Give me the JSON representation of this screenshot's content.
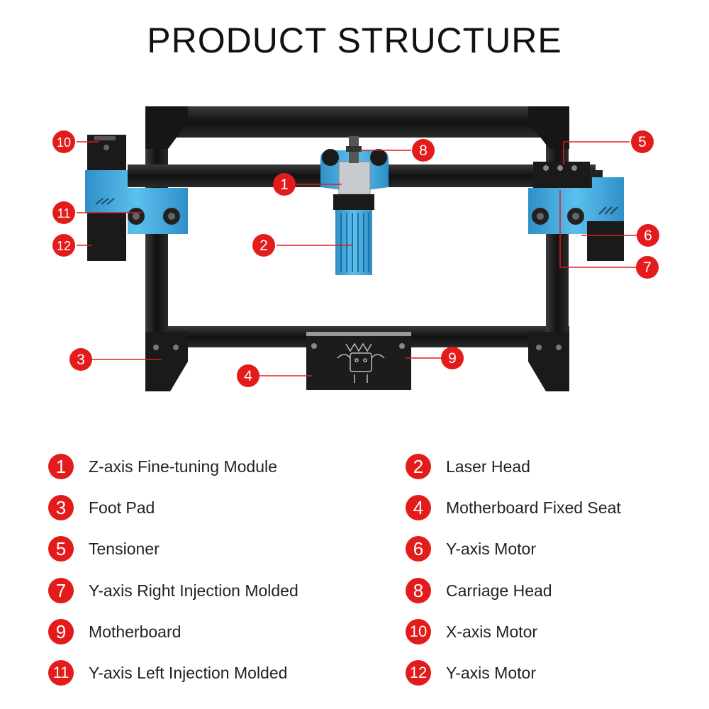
{
  "title": "PRODUCT STRUCTURE",
  "accent_color": "#e31b1b",
  "frame_color": "#1a1a1a",
  "part_color": "#3aa3dc",
  "callouts": [
    "1",
    "2",
    "3",
    "4",
    "5",
    "6",
    "7",
    "8",
    "9",
    "10",
    "11",
    "12"
  ],
  "legend": [
    {
      "num": "1",
      "label": "Z-axis Fine-tuning Module"
    },
    {
      "num": "2",
      "label": "Laser Head"
    },
    {
      "num": "3",
      "label": "Foot Pad"
    },
    {
      "num": "4",
      "label": "Motherboard Fixed Seat"
    },
    {
      "num": "5",
      "label": "Tensioner"
    },
    {
      "num": "6",
      "label": "Y-axis Motor"
    },
    {
      "num": "7",
      "label": "Y-axis Right Injection Molded"
    },
    {
      "num": "8",
      "label": "Carriage Head"
    },
    {
      "num": "9",
      "label": "Motherboard"
    },
    {
      "num": "10",
      "label": "X-axis Motor"
    },
    {
      "num": "11",
      "label": "Y-axis Left Injection Molded"
    },
    {
      "num": "12",
      "label": "Y-axis Motor"
    }
  ]
}
